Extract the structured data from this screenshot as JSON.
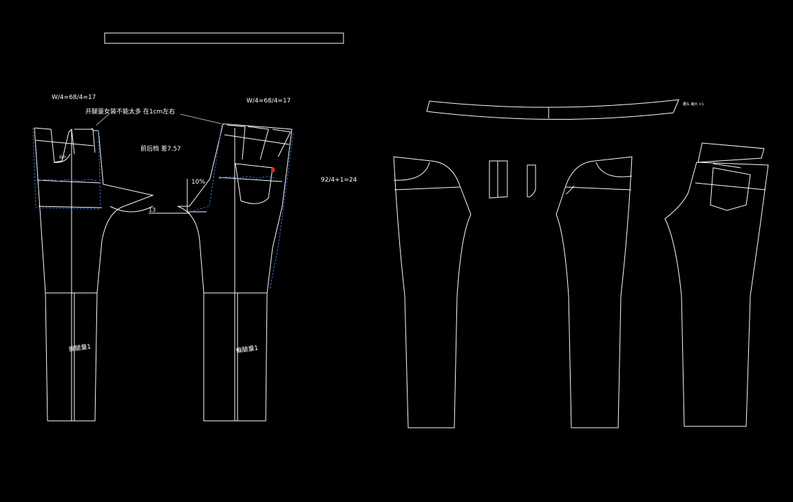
{
  "annotations": {
    "waist_left": "W/4=68/4=17",
    "waist_right": "W/4=68/4=17",
    "crotch_note": "开腿量女装不能太多  在1cm左右",
    "rise_diff": "前后档  差7.57",
    "percent": "10%",
    "crotch_ext": "13",
    "hip_formula": "92/4+1=24",
    "leg_left": "偏腿量1",
    "leg_right": "偏腿量1",
    "small_label": "后片",
    "waistband_label": "腰头 裁片 ×1"
  },
  "colors": {
    "background": "#000000",
    "line": "#ffffff",
    "construction": "#3a6fd8",
    "marker": "#d03020"
  }
}
